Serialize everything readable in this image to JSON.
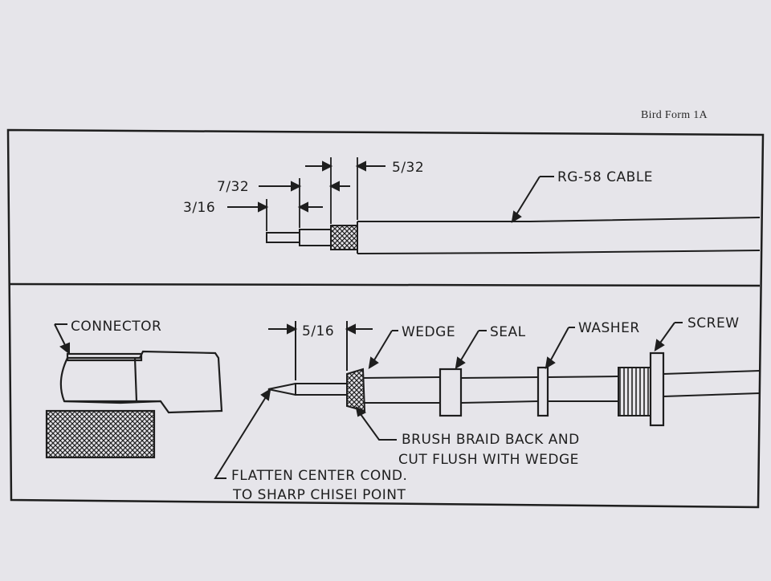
{
  "form_id": "Bird Form 1A",
  "panel_top": {
    "dimensions": {
      "d1": "7/32",
      "d2": "3/16",
      "d3": "5/32"
    },
    "cable_label": "RG-58 CABLE"
  },
  "panel_bottom": {
    "connector_label": "CONNECTOR",
    "dimension": "5/16",
    "parts": {
      "wedge": "WEDGE",
      "seal": "SEAL",
      "washer": "WASHER",
      "screw": "SCREW"
    },
    "note_braid": [
      "BRUSH BRAID BACK AND",
      "CUT FLUSH WITH WEDGE"
    ],
    "note_center": [
      "FLATTEN CENTER COND.",
      "TO SHARP CHISEl POINT"
    ]
  }
}
